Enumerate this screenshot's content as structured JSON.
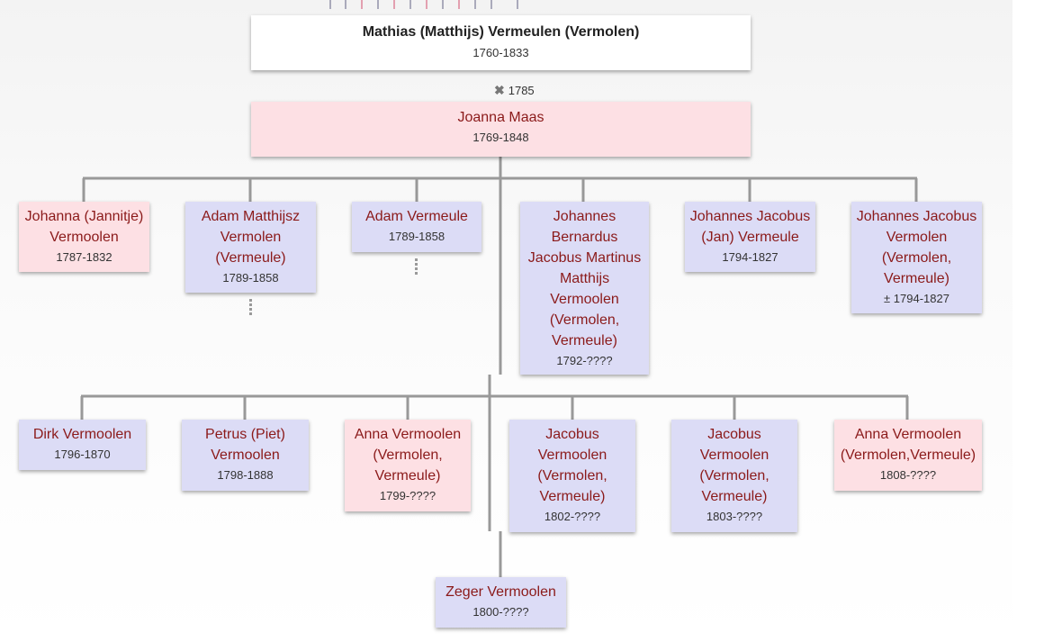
{
  "father": {
    "name": "Mathias (Matthijs) Vermeulen (Vermolen)",
    "dates": "1760-1833"
  },
  "marriage": {
    "year": "1785"
  },
  "mother": {
    "name": "Joanna Maas",
    "dates": "1769-1848"
  },
  "children_row1": [
    {
      "name": "Johanna (Jannitje) Vermoolen",
      "dates": "1787-1832",
      "sex": "female"
    },
    {
      "name": "Adam Matthijsz Vermolen (Vermeule)",
      "dates": "1789-1858",
      "sex": "male"
    },
    {
      "name": "Adam Vermeule",
      "dates": "1789-1858",
      "sex": "male"
    },
    {
      "name": "Johannes Bernardus Jacobus Martinus Matthijs Vermoolen (Vermolen, Vermeule)",
      "dates": "1792-????",
      "sex": "male"
    },
    {
      "name": "Johannes Jacobus (Jan) Vermeule",
      "dates": "1794-1827",
      "sex": "male"
    },
    {
      "name": "Johannes Jacobus Vermolen (Vermolen, Vermeule)",
      "dates": "± 1794-1827",
      "sex": "male"
    }
  ],
  "children_row2": [
    {
      "name": "Dirk Vermoolen",
      "dates": "1796-1870",
      "sex": "male"
    },
    {
      "name": "Petrus (Piet) Vermoolen",
      "dates": "1798-1888",
      "sex": "male"
    },
    {
      "name": "Anna Vermoolen (Vermolen, Vermeule)",
      "dates": "1799-????",
      "sex": "female"
    },
    {
      "name": "Jacobus Vermoolen (Vermolen, Vermeule)",
      "dates": "1802-????",
      "sex": "male"
    },
    {
      "name": "Jacobus Vermoolen (Vermolen, Vermeule)",
      "dates": "1803-????",
      "sex": "male"
    },
    {
      "name": "Anna Vermoolen (Vermolen,Vermeule)",
      "dates": "1808-????",
      "sex": "female"
    }
  ],
  "children_row3": [
    {
      "name": "Zeger Vermoolen",
      "dates": "1800-????",
      "sex": "male"
    }
  ],
  "colors": {
    "male": "#dcdcf6",
    "female": "#fde0e4",
    "name_text": "#8b1a1a",
    "connector": "#999999"
  }
}
